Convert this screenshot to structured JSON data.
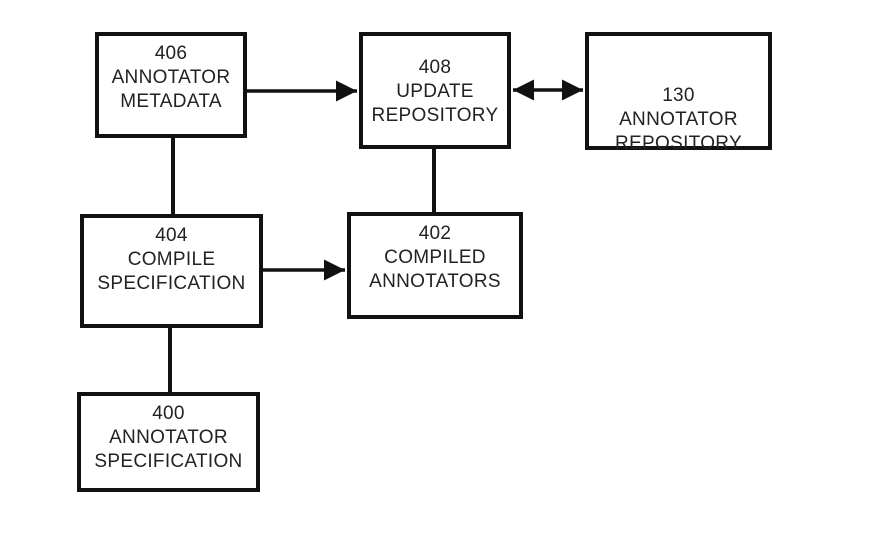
{
  "diagram": {
    "boxes": {
      "b406": {
        "number": "406",
        "line1": "ANNOTATOR",
        "line2": "METADATA"
      },
      "b408": {
        "number": "408",
        "line1": "UPDATE",
        "line2": "REPOSITORY"
      },
      "b130": {
        "number": "130",
        "line1": "ANNOTATOR",
        "line2": "REPOSITORY"
      },
      "b404": {
        "number": "404",
        "line1": "COMPILE",
        "line2": "SPECIFICATION"
      },
      "b402": {
        "number": "402",
        "line1": "COMPILED",
        "line2": "ANNOTATORS"
      },
      "b400": {
        "number": "400",
        "line1": "ANNOTATOR",
        "line2": "SPECIFICATION"
      }
    },
    "connections": [
      {
        "from": "406",
        "to": "408",
        "style": "arrow"
      },
      {
        "from": "408",
        "to": "130",
        "style": "double-arrow"
      },
      {
        "from": "406",
        "to": "404",
        "style": "line"
      },
      {
        "from": "408",
        "to": "402",
        "style": "line"
      },
      {
        "from": "404",
        "to": "402",
        "style": "arrow"
      },
      {
        "from": "404",
        "to": "400",
        "style": "line"
      }
    ],
    "colors": {
      "stroke": "#111111",
      "text": "#222222",
      "background": "#ffffff"
    }
  }
}
